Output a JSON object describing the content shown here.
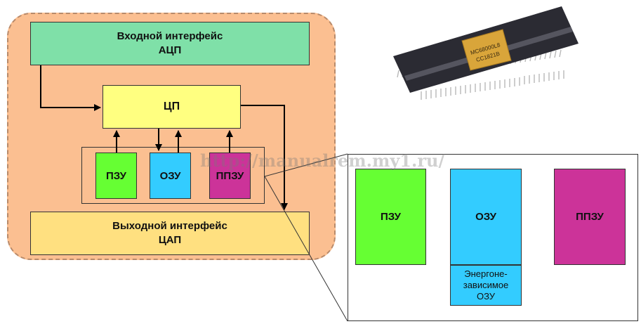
{
  "blocks": {
    "input_interface": {
      "line1": "Входной интерфейс",
      "line2": "АЦП"
    },
    "cpu": {
      "label": "ЦП"
    },
    "rom": {
      "label": "ПЗУ"
    },
    "ram": {
      "label": "ОЗУ"
    },
    "eeprom": {
      "label": "ППЗУ"
    },
    "output_interface": {
      "line1": "Выходной интерфейс",
      "line2": "ЦАП"
    }
  },
  "detail": {
    "rom": "ПЗУ",
    "ram": "ОЗУ",
    "eeprom": "ППЗУ",
    "nvram_lines": [
      "Энергоне-",
      "зависимое",
      "ОЗУ"
    ]
  },
  "chip": {
    "marking_line1": "MC68000L8",
    "marking_line2": "CC1821B"
  },
  "watermark": "http://manualrem.my1.ru/",
  "colors": {
    "panel": "#fbbf91",
    "input_interface": "#7fe0a8",
    "cpu": "#ffff80",
    "rom": "#66ff33",
    "ram": "#33ccff",
    "eeprom": "#cc3399",
    "output_interface": "#ffe080",
    "chip_body": "#2b2b33",
    "chip_die": "#d9a53a"
  }
}
